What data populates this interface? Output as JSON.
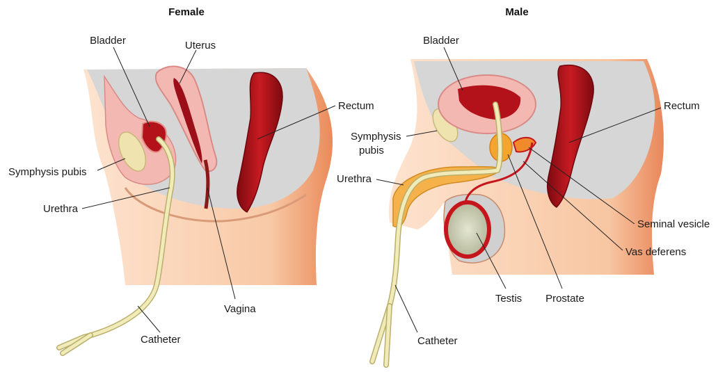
{
  "titles": {
    "female": "Female",
    "male": "Male"
  },
  "female_labels": {
    "bladder": "Bladder",
    "uterus": "Uterus",
    "rectum": "Rectum",
    "symphysis_pubis": "Symphysis pubis",
    "urethra": "Urethra",
    "vagina": "Vagina",
    "catheter": "Catheter"
  },
  "male_labels": {
    "bladder": "Bladder",
    "rectum": "Rectum",
    "symphysis_line1": "Symphysis",
    "symphysis_line2": "pubis",
    "urethra": "Urethra",
    "seminal_vesicle": "Seminal vesicle",
    "vas_deferens": "Vas deferens",
    "testis": "Testis",
    "prostate": "Prostate",
    "catheter": "Catheter"
  },
  "colors": {
    "skin": "#f6c9a8",
    "skin_dark": "#e98a5c",
    "cavity": "#d9d9d9",
    "organ_pink": "#f2b7b3",
    "organ_red": "#b3121b",
    "bone": "#efe4b0",
    "catheter": "#e8e2a4",
    "prostate": "#f3a52e"
  }
}
